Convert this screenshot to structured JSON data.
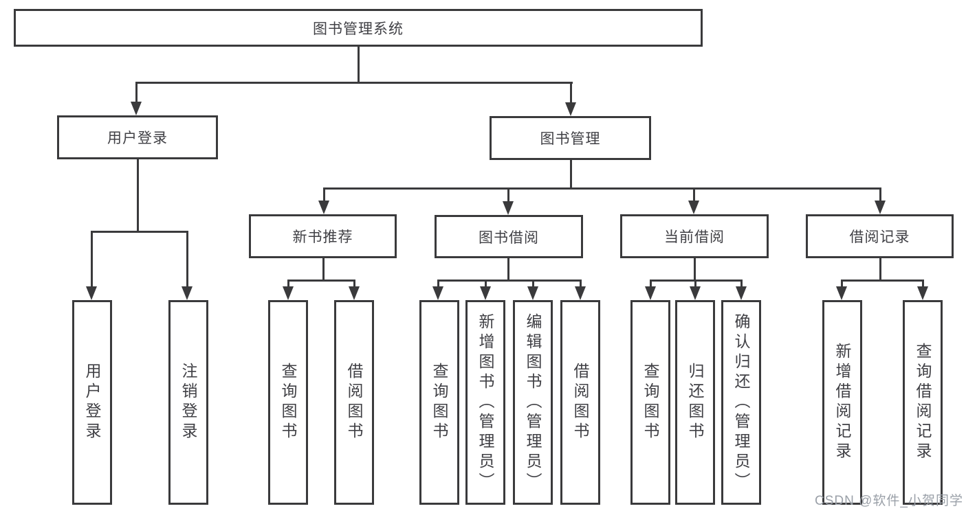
{
  "diagram": {
    "title": "图书管理系统",
    "colors": {
      "line": "#3a3a3c",
      "text": "#404045",
      "box_bg": "#ffffff",
      "watermark": "#9aa0a8"
    },
    "level2": [
      {
        "id": "user-login",
        "label": "用户登录"
      },
      {
        "id": "book-management",
        "label": "图书管理"
      }
    ],
    "level3": [
      {
        "id": "new-book-recommend",
        "label": "新书推荐",
        "parent": "图书管理"
      },
      {
        "id": "book-borrow",
        "label": "图书借阅",
        "parent": "图书管理"
      },
      {
        "id": "current-borrow",
        "label": "当前借阅",
        "parent": "图书管理"
      },
      {
        "id": "borrow-records",
        "label": "借阅记录",
        "parent": "图书管理"
      }
    ],
    "leaves": [
      {
        "label": "用户登录",
        "parent": "用户登录"
      },
      {
        "label": "注销登录",
        "parent": "用户登录"
      },
      {
        "label": "查询图书",
        "parent": "新书推荐"
      },
      {
        "label": "借阅图书",
        "parent": "新书推荐"
      },
      {
        "label": "查询图书",
        "parent": "图书借阅"
      },
      {
        "label": "新增图书（管理员）",
        "parent": "图书借阅"
      },
      {
        "label": "编辑图书（管理员）",
        "parent": "图书借阅"
      },
      {
        "label": "借阅图书",
        "parent": "图书借阅"
      },
      {
        "label": "查询图书",
        "parent": "当前借阅"
      },
      {
        "label": "归还图书",
        "parent": "当前借阅"
      },
      {
        "label": "确认归还（管理员）",
        "parent": "当前借阅"
      },
      {
        "label": "新增借阅记录",
        "parent": "借阅记录"
      },
      {
        "label": "查询借阅记录",
        "parent": "借阅记录"
      }
    ]
  },
  "watermark": {
    "text": "CSDN @软件_小贺同学"
  }
}
